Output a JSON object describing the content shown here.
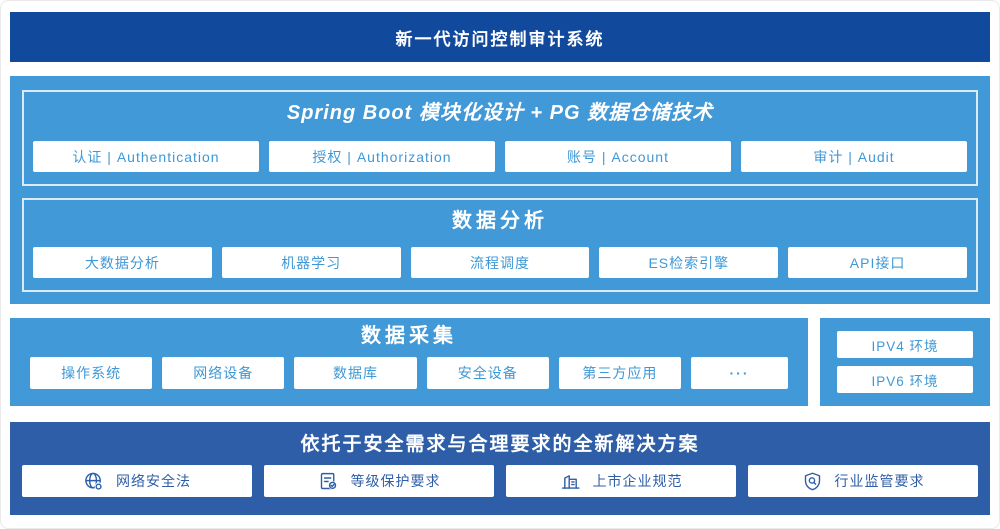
{
  "banner": {
    "title": "新一代访问控制审计系统"
  },
  "platform": {
    "modules": {
      "title": "Spring Boot 模块化设计 + PG 数据仓储技术",
      "items": [
        "认证 | Authentication",
        "授权 | Authorization",
        "账号 | Account",
        "审计 | Audit"
      ]
    },
    "analysis": {
      "title": "数据分析",
      "items": [
        "大数据分析",
        "机器学习",
        "流程调度",
        "ES检索引擎",
        "API接口"
      ]
    }
  },
  "collection": {
    "title": "数据采集",
    "items": [
      "操作系统",
      "网络设备",
      "数据库",
      "安全设备",
      "第三方应用",
      "···"
    ],
    "env": {
      "items": [
        "IPV4 环境",
        "IPV6 环境"
      ]
    }
  },
  "solution": {
    "title": "依托于安全需求与合理要求的全新解决方案",
    "items": [
      {
        "icon": "globe-icon",
        "label": "网络安全法"
      },
      {
        "icon": "document-check-icon",
        "label": "等级保护要求"
      },
      {
        "icon": "building-icon",
        "label": "上市企业规范"
      },
      {
        "icon": "shield-search-icon",
        "label": "行业监管要求"
      }
    ]
  },
  "colors": {
    "banner_bg": "#114a9c",
    "section_bg": "#4299d8",
    "solution_bg": "#2e5ea8",
    "button_text_light": "#3f98d6",
    "button_text_dark": "#2e5ea8",
    "button_bg": "#ffffff"
  }
}
